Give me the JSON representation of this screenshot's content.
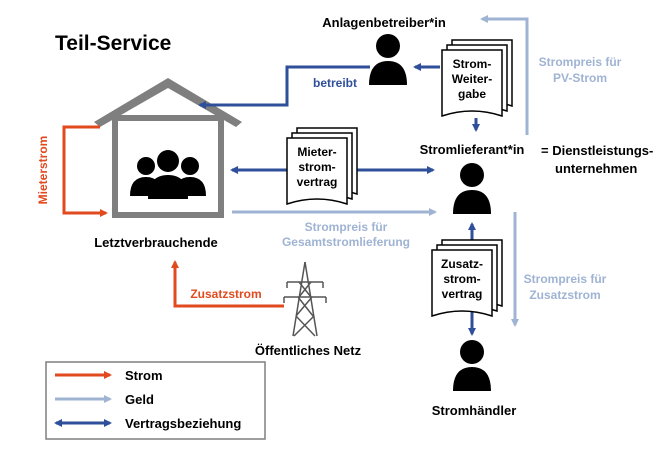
{
  "title": "Teil-Service",
  "actors": {
    "operator": "Anlagenbetreiber*in",
    "supplier": "Stromlieferant*in",
    "supplier_note": [
      "= Dienstleistungs-",
      "unternehmen"
    ],
    "consumers": "Letztverbrauchende",
    "trader": "Stromhändler",
    "grid": "Öffentliches Netz"
  },
  "documents": {
    "resale": [
      "Strom-",
      "Weiter-",
      "gabe"
    ],
    "tenant_contract": [
      "Mieter-",
      "strom-",
      "vertrag"
    ],
    "supplementary_contract": [
      "Zusatz-",
      "strom-",
      "vertrag"
    ]
  },
  "flow_labels": {
    "operates": "betreibt",
    "pv_price": [
      "Strompreis für",
      "PV-Strom"
    ],
    "tenant_power": "Mieterstrom",
    "total_price": [
      "Strompreis für",
      "Gesamtstromlieferung"
    ],
    "supplementary_power": "Zusatzstrom",
    "supplementary_price": [
      "Strompreis für",
      "Zusatzstrom"
    ]
  },
  "legend": [
    {
      "label": "Strom",
      "color": "#e14a1f"
    },
    {
      "label": "Geld",
      "color": "#9fb3d3"
    },
    {
      "label": "Vertragsbeziehung",
      "color": "#2f4f9a"
    }
  ],
  "colors": {
    "power": "#e14a1f",
    "money": "#9fb3d3",
    "contract": "#2f4f9a",
    "house": "#7f7f7f"
  }
}
